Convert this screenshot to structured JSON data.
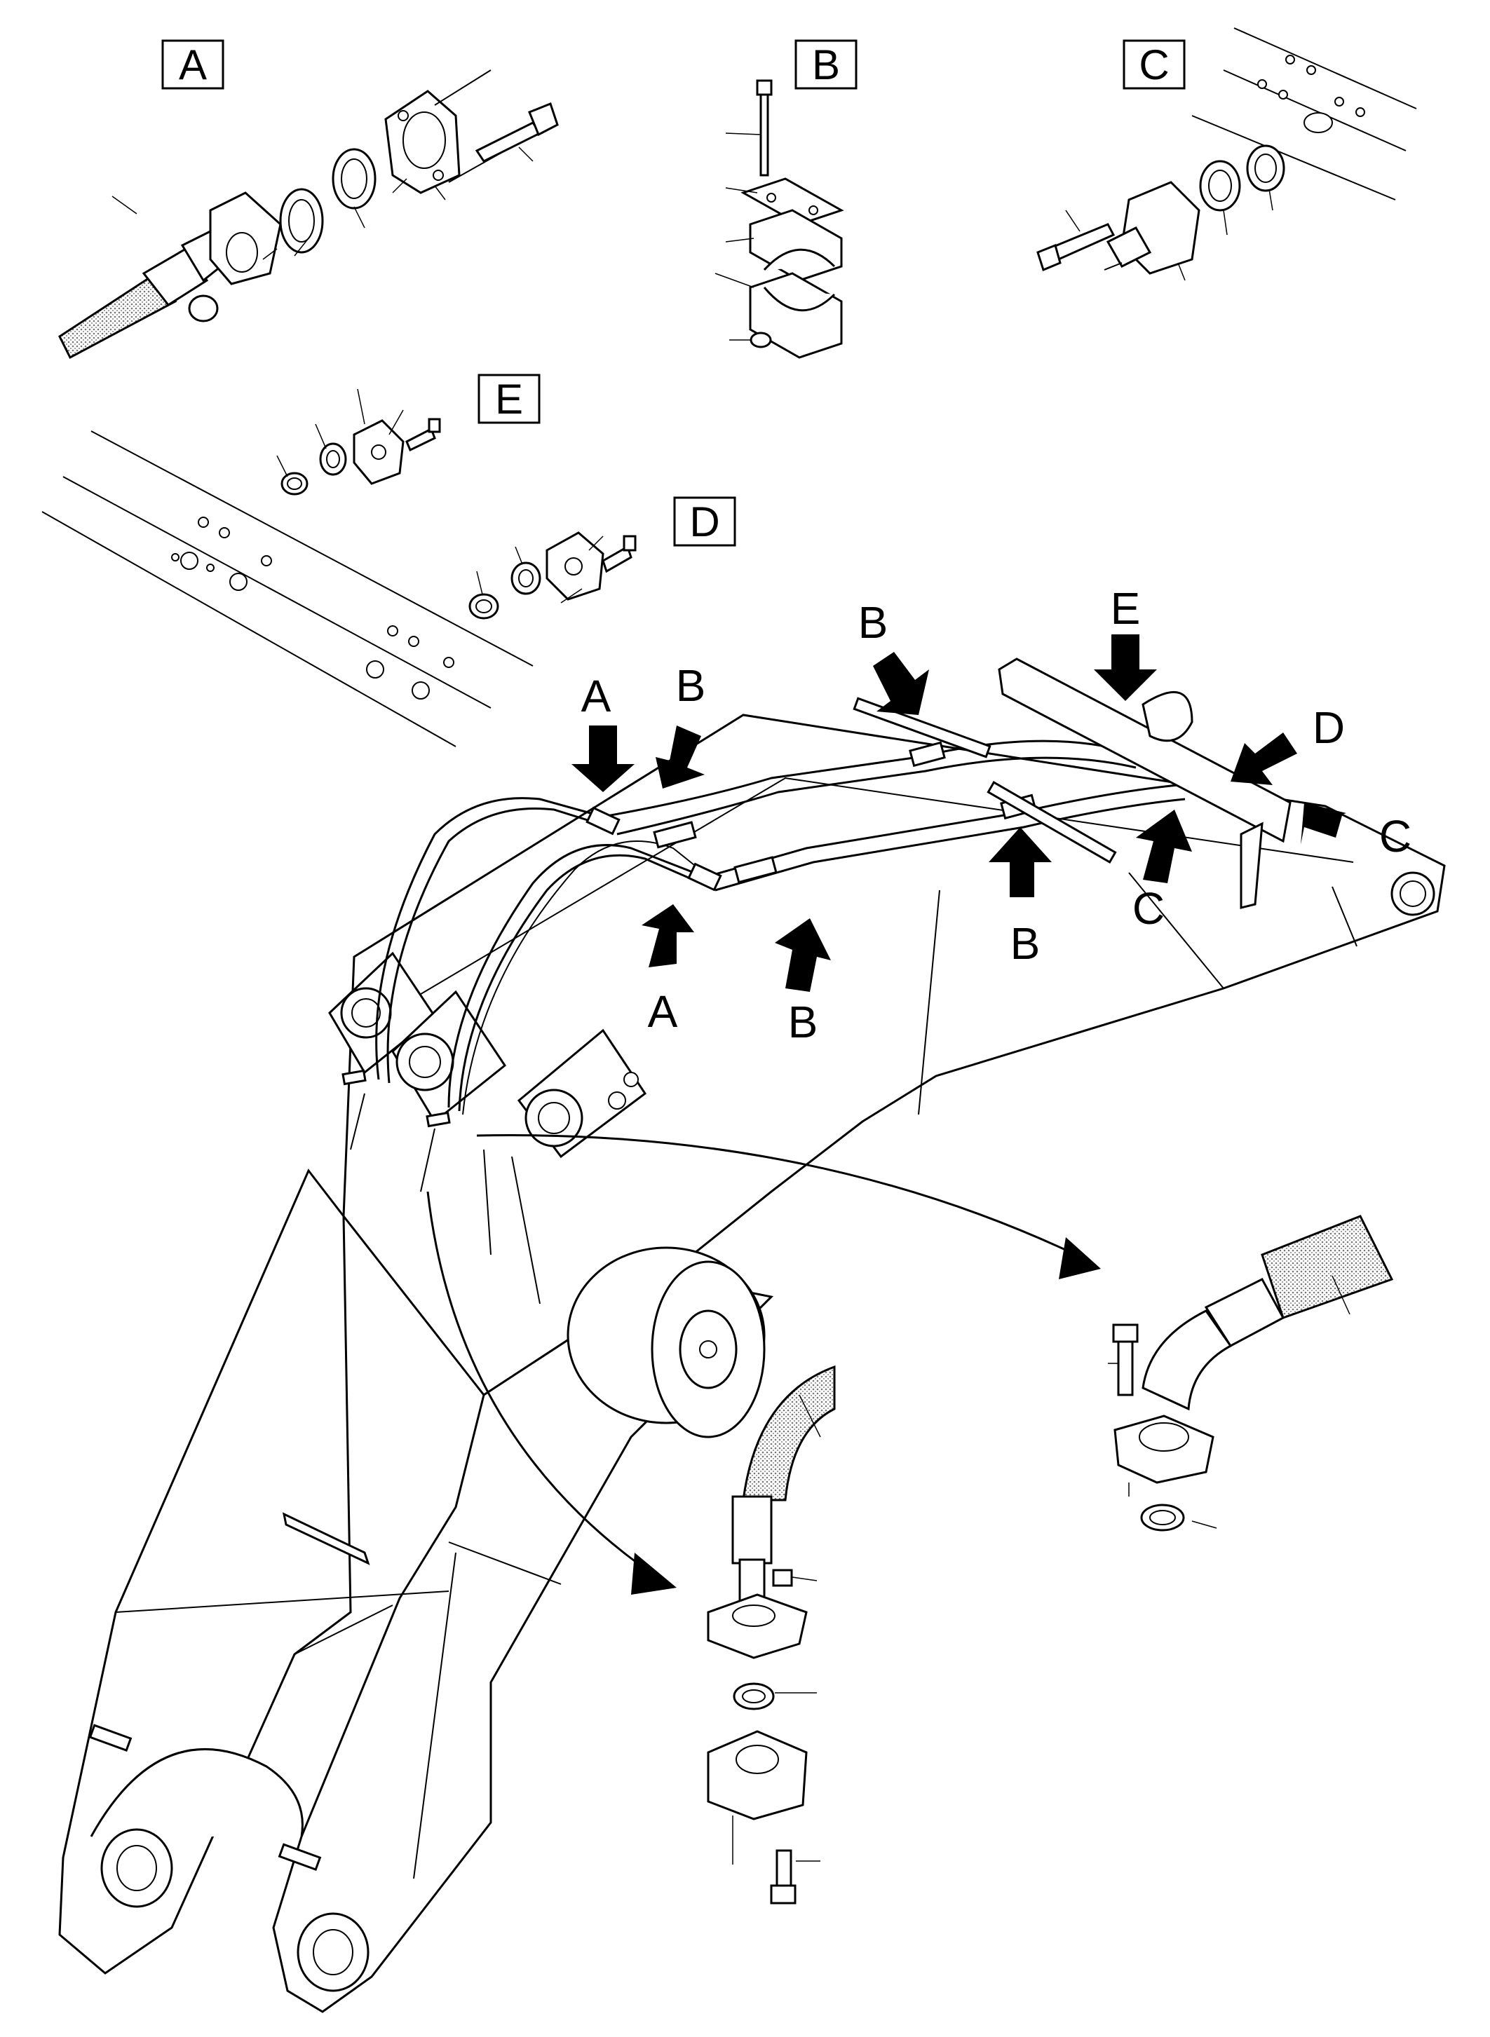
{
  "detail_views": {
    "A": {
      "label": "A"
    },
    "B": {
      "label": "B"
    },
    "C": {
      "label": "C"
    },
    "D": {
      "label": "D"
    },
    "E": {
      "label": "E"
    }
  },
  "callout_arrows": [
    {
      "label": "A"
    },
    {
      "label": "B"
    },
    {
      "label": "B"
    },
    {
      "label": "E"
    },
    {
      "label": "D"
    },
    {
      "label": "C"
    },
    {
      "label": "A"
    },
    {
      "label": "B"
    },
    {
      "label": "B"
    },
    {
      "label": "C"
    }
  ],
  "colors": {
    "line": "#000000",
    "background": "#ffffff",
    "hose_shading": "#999999"
  }
}
